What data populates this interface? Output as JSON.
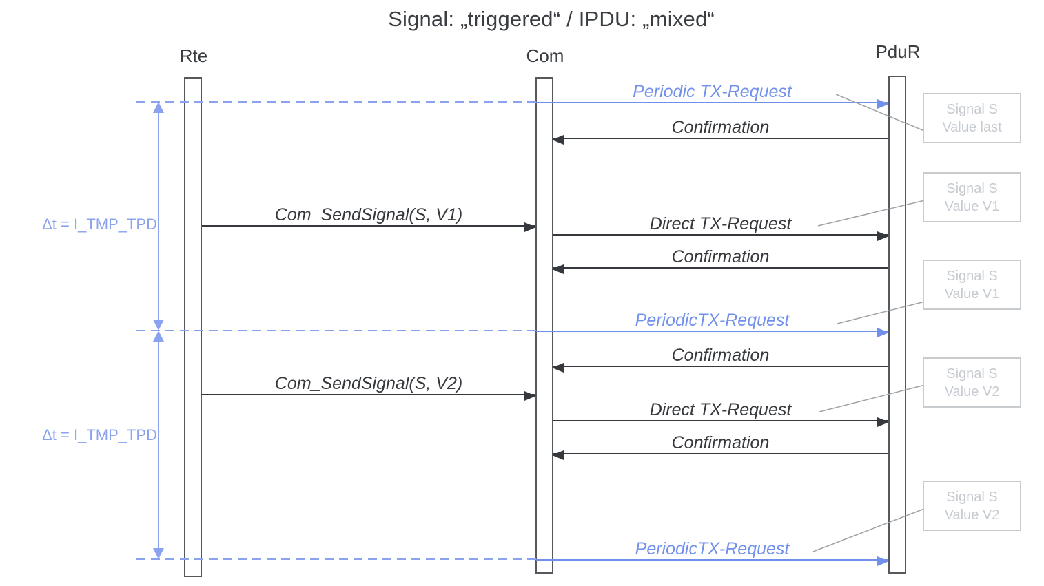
{
  "title": "Signal: „triggered“ / IPDU: „mixed“",
  "lifelines": [
    {
      "name": "Rte"
    },
    {
      "name": "Com"
    },
    {
      "name": "PduR"
    }
  ],
  "timing_intervals": [
    {
      "label": "Δt = I_TMP_TPD"
    },
    {
      "label": "Δt = I_TMP_TPD"
    }
  ],
  "messages": [
    {
      "label": "Periodic TX-Request",
      "from": "Com",
      "to": "PduR",
      "kind": "periodic-tx"
    },
    {
      "label": "Confirmation",
      "from": "PduR",
      "to": "Com",
      "kind": "confirmation"
    },
    {
      "label": "Com_SendSignal(S, V1)",
      "from": "Rte",
      "to": "Com",
      "kind": "api-call"
    },
    {
      "label": "Direct TX-Request",
      "from": "Com",
      "to": "PduR",
      "kind": "direct-tx"
    },
    {
      "label": "Confirmation",
      "from": "PduR",
      "to": "Com",
      "kind": "confirmation"
    },
    {
      "label": "PeriodicTX-Request",
      "from": "Com",
      "to": "PduR",
      "kind": "periodic-tx"
    },
    {
      "label": "Confirmation",
      "from": "PduR",
      "to": "Com",
      "kind": "confirmation"
    },
    {
      "label": "Com_SendSignal(S, V2)",
      "from": "Rte",
      "to": "Com",
      "kind": "api-call"
    },
    {
      "label": "Direct TX-Request",
      "from": "Com",
      "to": "PduR",
      "kind": "direct-tx"
    },
    {
      "label": "Confirmation",
      "from": "PduR",
      "to": "Com",
      "kind": "confirmation"
    },
    {
      "label": "PeriodicTX-Request",
      "from": "Com",
      "to": "PduR",
      "kind": "periodic-tx"
    }
  ],
  "annotations": [
    {
      "line1": "Signal S",
      "line2": "Value last"
    },
    {
      "line1": "Signal S",
      "line2": "Value V1"
    },
    {
      "line1": "Signal S",
      "line2": "Value V1"
    },
    {
      "line1": "Signal S",
      "line2": "Value V2"
    },
    {
      "line1": "Signal S",
      "line2": "Value V2"
    }
  ],
  "colors": {
    "periodic_blue": "#7190ec",
    "dashed_blue": "#8ba3ef",
    "message_black": "#35383c",
    "annotation_gray": "#c6cbd1",
    "note_border": "#c9ccce",
    "leader_gray": "#9ea3a8"
  }
}
